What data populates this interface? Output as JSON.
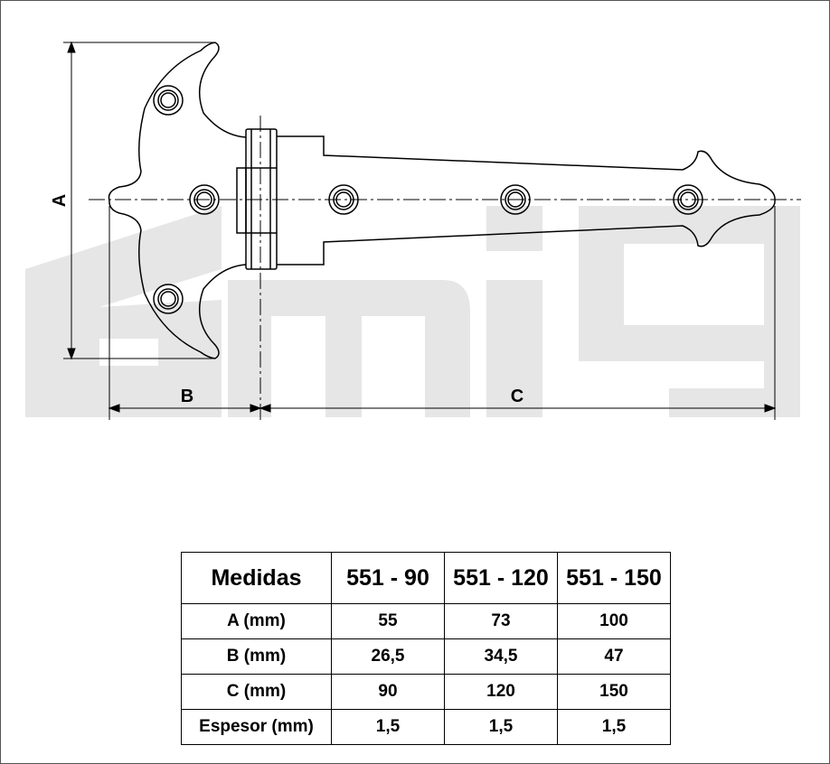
{
  "watermark": {
    "text": "amig",
    "color": "#e6e6e6"
  },
  "dimensions": {
    "a": "A",
    "b": "B",
    "c": "C"
  },
  "table": {
    "headers": [
      "Medidas",
      "551 - 90",
      "551 - 120",
      "551 - 150"
    ],
    "rows": [
      [
        "A (mm)",
        "55",
        "73",
        "100"
      ],
      [
        "B (mm)",
        "26,5",
        "34,5",
        "47"
      ],
      [
        "C (mm)",
        "90",
        "120",
        "150"
      ],
      [
        "Espesor (mm)",
        "1,5",
        "1,5",
        "1,5"
      ]
    ]
  }
}
